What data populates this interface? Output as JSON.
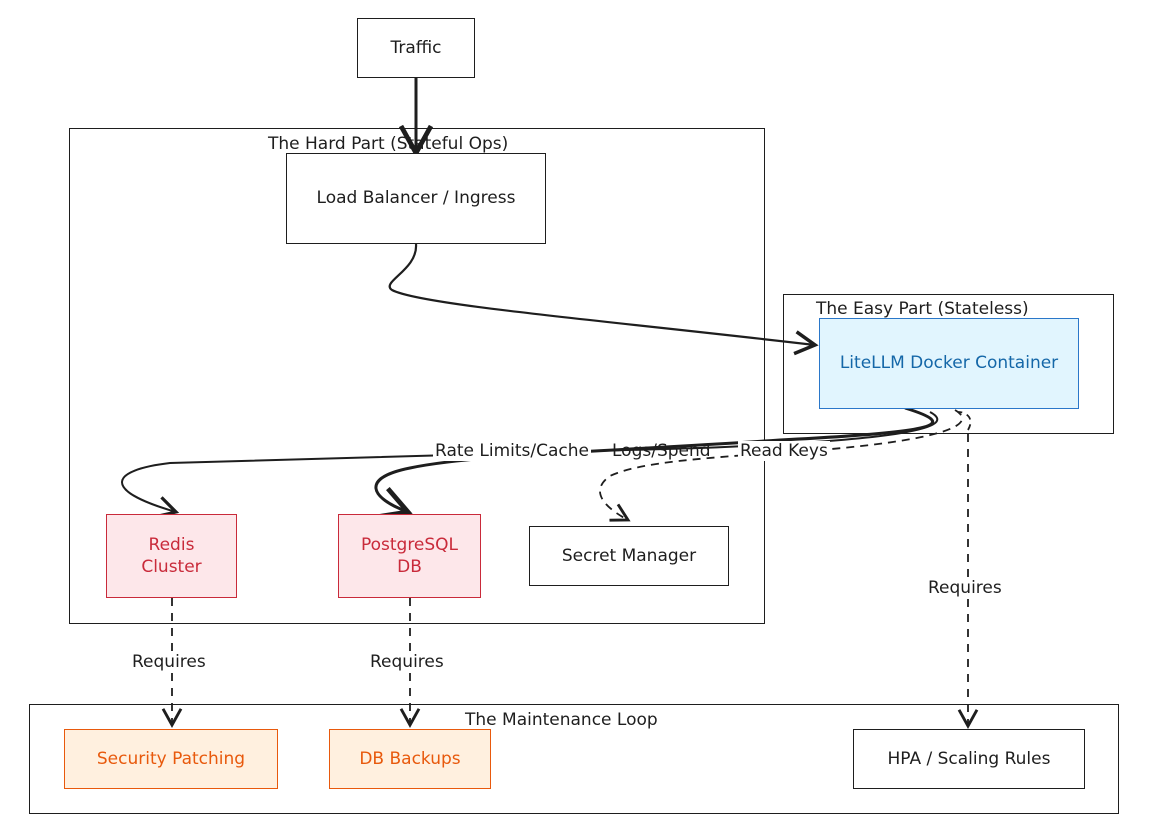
{
  "nodes": {
    "traffic": "Traffic",
    "load_balancer": "Load Balancer / Ingress",
    "litellm": "LiteLLM Docker Container",
    "redis": "Redis\nCluster",
    "postgres": "PostgreSQL\nDB",
    "secret_manager": "Secret Manager",
    "security_patching": "Security Patching",
    "db_backups": "DB Backups",
    "hpa": "HPA / Scaling Rules"
  },
  "groups": {
    "hard_part": "The Hard Part (Stateful Ops)",
    "easy_part": "The Easy Part (Stateless)",
    "maintenance": "The Maintenance Loop"
  },
  "edges": {
    "rate_limits": "Rate Limits/Cache",
    "logs_spend": "Logs/Spend",
    "read_keys": "Read Keys",
    "requires_redis": "Requires",
    "requires_pg": "Requires",
    "requires_litellm": "Requires"
  },
  "colors": {
    "stroke": "#1e1e1e",
    "red": "#c92a3a",
    "blue": "#1467a8",
    "orange": "#e8590c"
  }
}
